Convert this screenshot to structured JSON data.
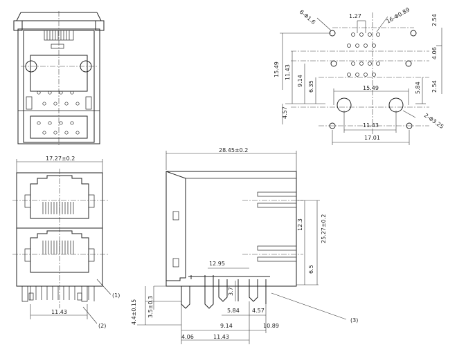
{
  "drawing": {
    "views": [
      "top-view",
      "footprint-view",
      "front-view",
      "side-view"
    ],
    "footprint_dims": {
      "hole_small": "6-Φ1.6",
      "pitch_127": "1.27",
      "hole_pins": "16-Φ0.89",
      "d254_top": "2.54",
      "d406": "4.06",
      "d1549_v": "15.49",
      "d1143_v": "11.43",
      "d914_v": "9.14",
      "d635_v": "6.35",
      "d1549_h": "15.49",
      "d584_v": "5.84",
      "d254_r": "2.54",
      "d457_v": "4.57",
      "d1143_h": "11.43",
      "hole_big": "2-Φ3.25",
      "d1701": "17.01"
    },
    "front_dims": {
      "width": "17.27±0.2",
      "pitch": "11.43",
      "callout1": "(1)",
      "callout2": "(2)"
    },
    "side_dims": {
      "length": "28.45±0.2",
      "h123": "12.3",
      "h2527": "25.27±0.2",
      "h65": "6.5",
      "d1295": "12.95",
      "d37": "3.7",
      "d584": "5.84",
      "d457": "4.57",
      "d914": "9.14",
      "d1089": "10.89",
      "d406": "4.06",
      "d1143": "11.43",
      "d35": "3.5±0.3",
      "d44": "4.4±0.15",
      "callout3": "(3)"
    }
  }
}
